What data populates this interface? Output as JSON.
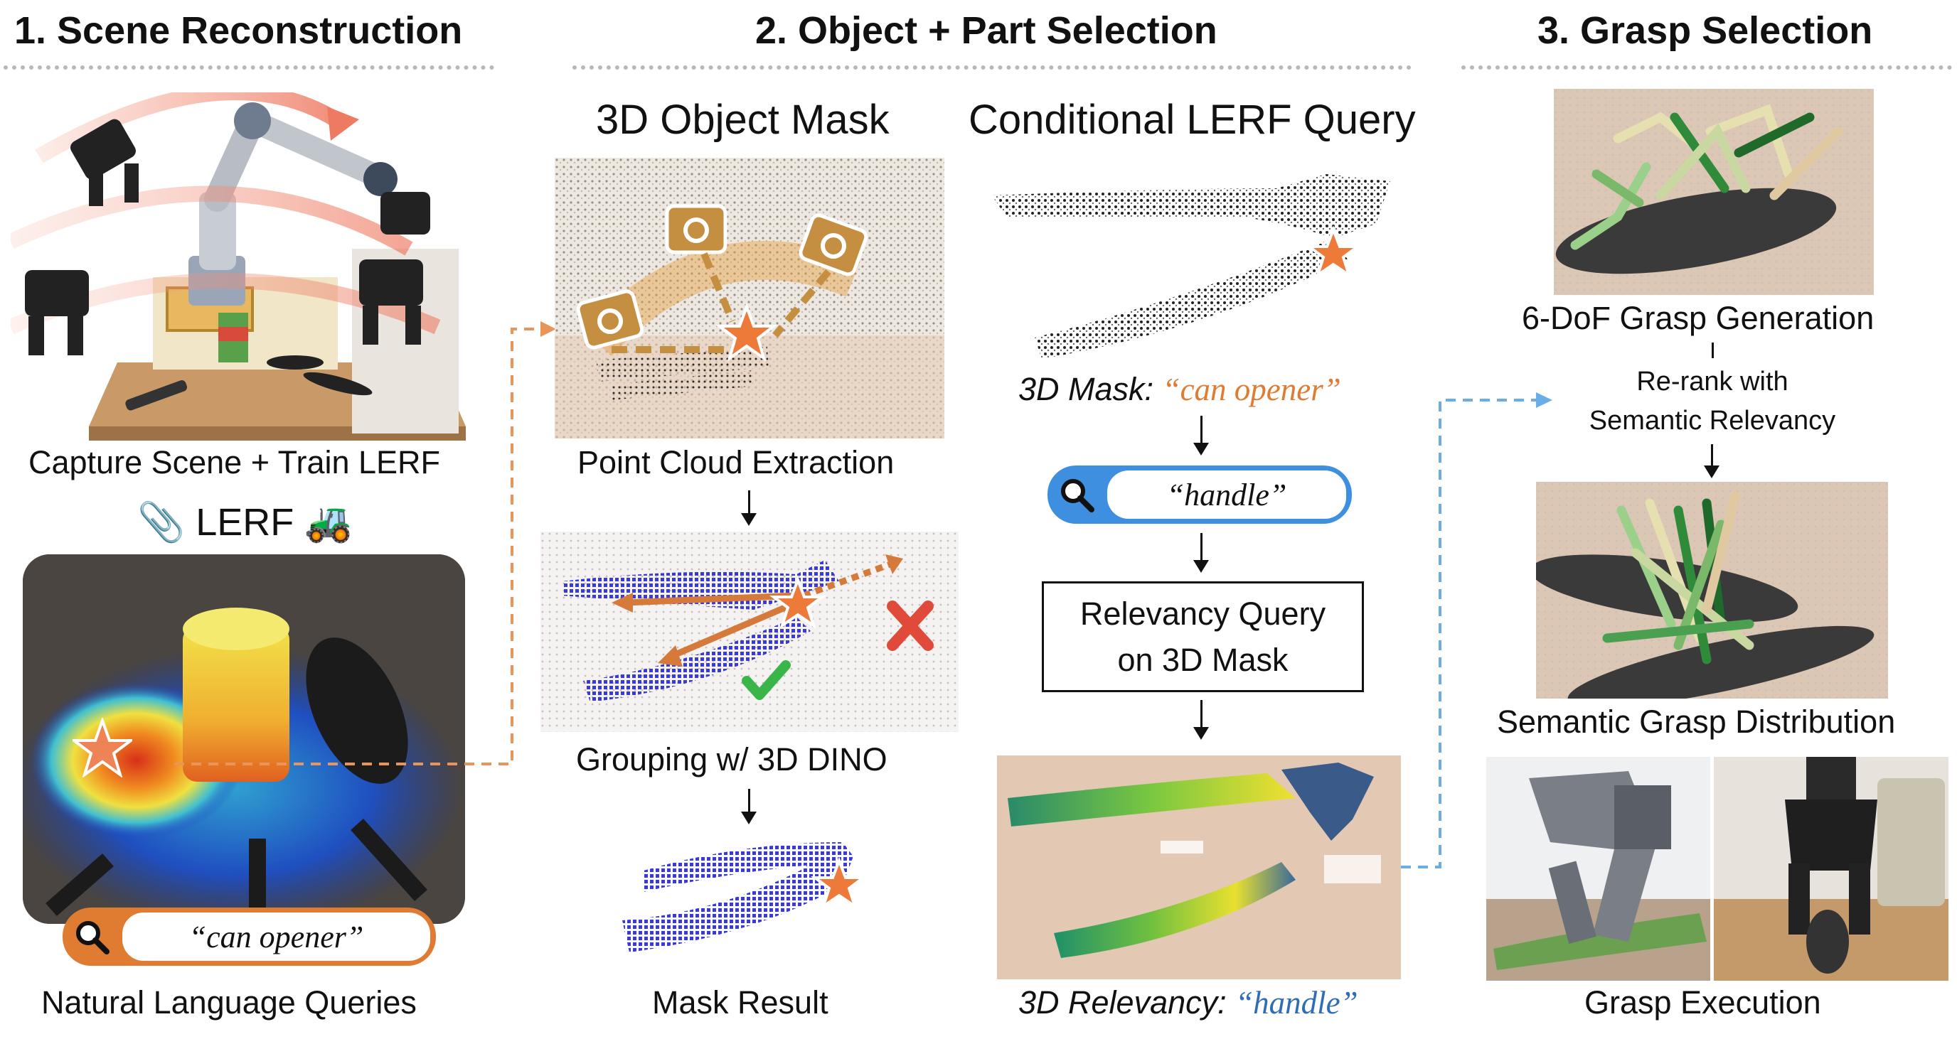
{
  "sections": {
    "s1": "1. Scene Reconstruction",
    "s2": "2. Object + Part Selection",
    "s3": "3. Grasp Selection"
  },
  "col1": {
    "capture_caption": "Capture Scene + Train LERF",
    "lerf_title": "📎 LERF 🚜",
    "query_text": "“can opener”",
    "nlq_caption": "Natural Language Queries"
  },
  "col2": {
    "mask_heading": "3D Object Mask",
    "pc_caption": "Point Cloud Extraction",
    "group_caption": "Grouping w/ 3D DINO",
    "mask_result_caption": "Mask Result"
  },
  "col3": {
    "heading": "Conditional LERF Query",
    "mask_label_prefix": "3D Mask: ",
    "mask_label_query": "“can opener”",
    "search_text": "“handle”",
    "box_line1": "Relevancy Query",
    "box_line2": "on 3D Mask",
    "relevancy_prefix": "3D Relevancy: ",
    "relevancy_query": "“handle”"
  },
  "col4": {
    "gen_caption": "6-DoF Grasp Generation",
    "rerank_line1": "Re-rank with",
    "rerank_line2": "Semantic Relevancy",
    "dist_caption": "Semantic Grasp Distribution",
    "exec_caption": "Grasp Execution"
  },
  "colors": {
    "orange": "#e07b32",
    "blue": "#3f8fe0",
    "relevancy_blue": "#2f6db5",
    "divider": "#b8b8b8"
  }
}
